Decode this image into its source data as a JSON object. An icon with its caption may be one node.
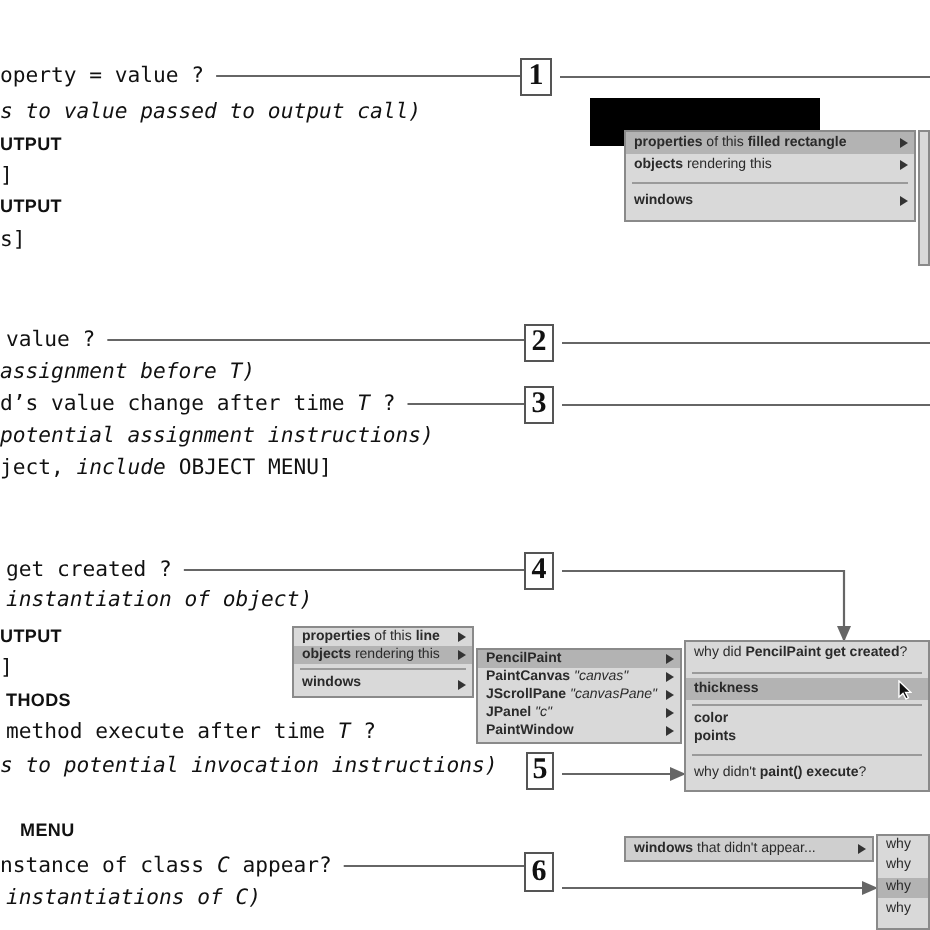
{
  "diagram": {
    "nodes": [
      {
        "text": [
          "operty = value ?"
        ]
      },
      {
        "text": [
          "1"
        ]
      },
      {
        "text": [],
        "shape": "box"
      },
      {
        "text": [
          "**properties** of this **filled rectangle**"
        ],
        "in": 2
      },
      {
        "text": [
          "**objects** rendering this"
        ],
        "in": 2
      },
      {
        "text": [
          "windows"
        ],
        "in": 2
      },
      {
        "text": [],
        "shape": "box"
      },
      {
        "text": [
          "value ?"
        ]
      },
      {
        "text": [
          "2"
        ]
      },
      {
        "text": [
          "d’s value change after time *T* ?"
        ]
      },
      {
        "text": [
          "3"
        ]
      },
      {
        "text": [
          "get created ?"
        ]
      },
      {
        "text": [
          "4"
        ]
      },
      {
        "text": [],
        "shape": "box"
      },
      {
        "text": [
          "**properties** of this **line**"
        ],
        "in": 13
      },
      {
        "text": [
          "**objects** rendering this"
        ],
        "in": 13
      },
      {
        "text": [
          "windows"
        ],
        "in": 13
      },
      {
        "text": [],
        "shape": "box"
      },
      {
        "text": [
          "PencilPaint"
        ],
        "in": 17
      },
      {
        "text": [
          "**PaintCanvas** *\"canvas\"*"
        ],
        "in": 17
      },
      {
        "text": [
          "**JScrollPane** *\"canvasPane\"*"
        ],
        "in": 17
      },
      {
        "text": [
          "**JPanel** *\"c\"*"
        ],
        "in": 17
      },
      {
        "text": [
          "PaintWindow"
        ],
        "in": 17
      },
      {
        "text": [],
        "shape": "box"
      },
      {
        "text": [
          "why did **PencilPaint get created**?"
        ],
        "in": 23
      },
      {
        "text": [
          "thickness"
        ],
        "in": 23
      },
      {
        "text": [
          "color"
        ],
        "in": 23
      },
      {
        "text": [
          "points"
        ],
        "in": 23
      },
      {
        "text": [
          "why didn't **paint() execute**?"
        ],
        "in": 23
      },
      {
        "text": [
          "5"
        ]
      },
      {
        "text": [
          "nstance of class *C* appear?"
        ]
      },
      {
        "text": [
          "6"
        ]
      },
      {
        "text": [
          "**windows** that didn't appear..."
        ]
      },
      {
        "text": [],
        "shape": "box"
      },
      {
        "text": [
          "why"
        ],
        "in": 33
      },
      {
        "text": [
          "why"
        ],
        "in": 33
      },
      {
        "text": [
          "why"
        ],
        "in": 33
      },
      {
        "text": [
          "why"
        ],
        "in": 33
      },
      {
        "text": [],
        "shape": "box"
      }
    ],
    "edges": [
      {
        "from": 0,
        "to": 1,
        "arrow": "none"
      },
      {
        "from": 1,
        "to": null,
        "arrow": "none"
      },
      {
        "from": 7,
        "to": 8,
        "arrow": "none"
      },
      {
        "from": 8,
        "to": null,
        "arrow": "none"
      },
      {
        "from": 9,
        "to": 10,
        "arrow": "none"
      },
      {
        "from": 10,
        "to": null,
        "arrow": "none"
      },
      {
        "from": 11,
        "to": 12,
        "arrow": "none"
      },
      {
        "from": 12,
        "to": 24,
        "arrow": "to"
      },
      {
        "from": 29,
        "to": 28,
        "arrow": "to"
      },
      {
        "from": 30,
        "to": 31,
        "arrow": "none"
      },
      {
        "from": 31,
        "to": 36,
        "arrow": "to"
      }
    ],
    "labels": [
      "s to value passed to output call)",
      "UTPUT",
      "]",
      "UTPUT",
      "s]",
      "assignment before T)",
      "potential assignment instructions)",
      "ject, *include* OBJECT MENU]",
      "instantiation of object)",
      "UTPUT",
      "]",
      "THODS",
      "method execute after time *T* ?",
      "s to potential invocation instructions)",
      "MENU",
      "instantiations of C)"
    ]
  }
}
